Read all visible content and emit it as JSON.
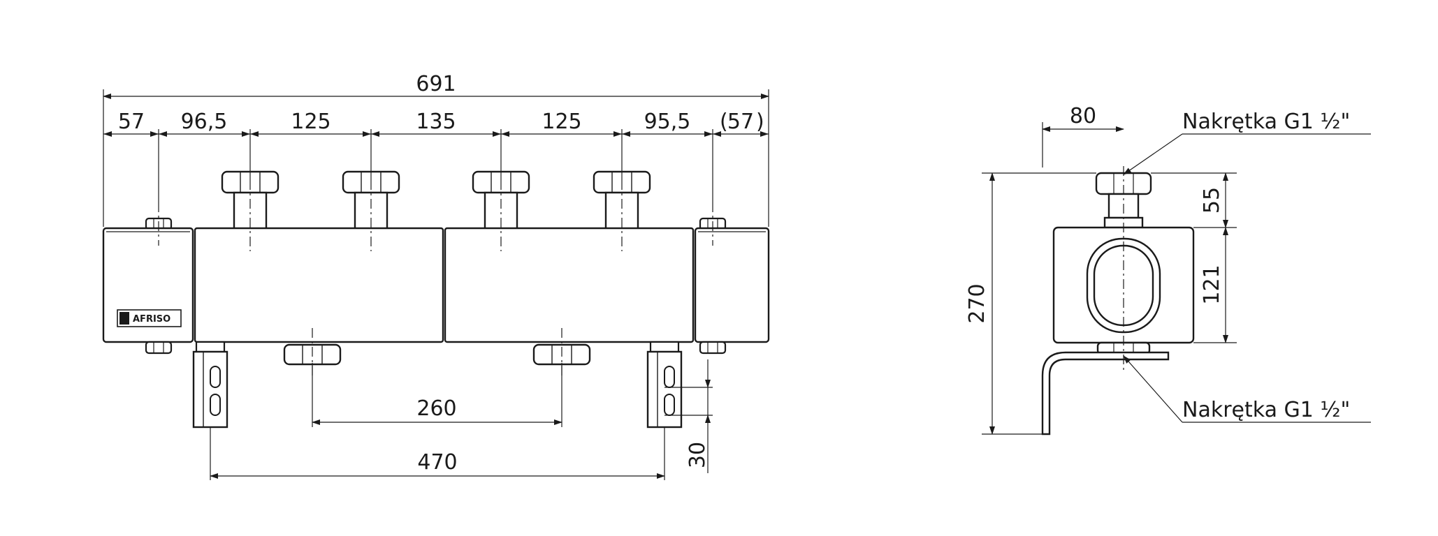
{
  "front_view": {
    "overall_width": "691",
    "segments": [
      "57",
      "96,5",
      "125",
      "135",
      "125",
      "95,5"
    ],
    "last_segment": "57",
    "last_segment_open": "(",
    "last_segment_close": ")",
    "bottom_outlet_spacing": "260",
    "bracket_spacing": "470",
    "bracket_slot_pitch": "30",
    "brand_label": "AFRISO"
  },
  "side_view": {
    "width": "80",
    "total_height": "270",
    "nut_height": "55",
    "body_height": "121",
    "top_nut_label": "Nakrętka G1 ½\"",
    "bottom_nut_label": "Nakrętka G1 ½\""
  }
}
